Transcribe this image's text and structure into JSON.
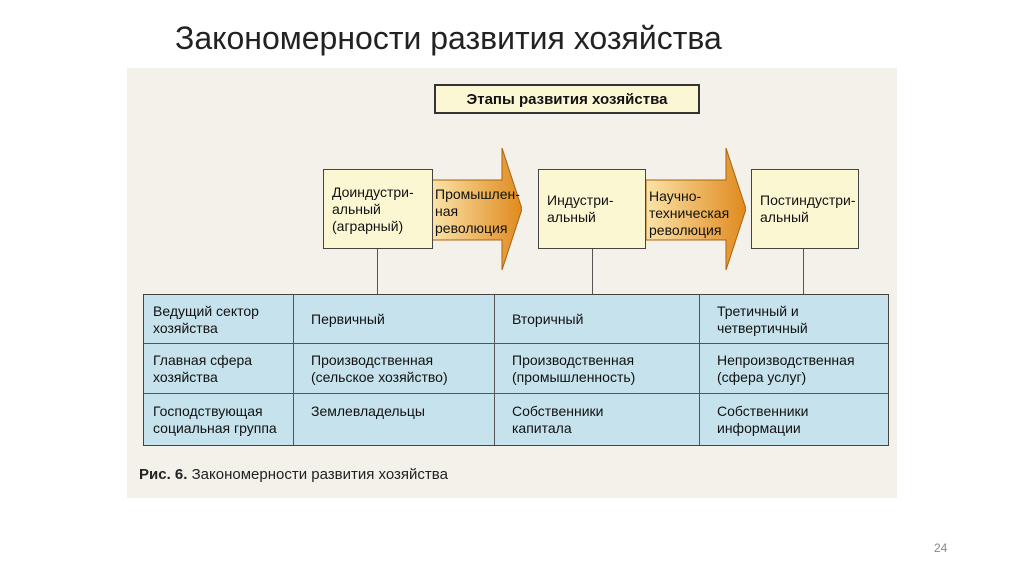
{
  "slide": {
    "title": "Закономерности развития хозяйства",
    "page_number": "24"
  },
  "diagram": {
    "header": "Этапы развития хозяйства",
    "stages": [
      {
        "lines": [
          "Доиндустри-",
          "альный",
          "(аграрный)"
        ]
      },
      {
        "lines": [
          "Индустри-",
          "альный"
        ]
      },
      {
        "lines": [
          "Постиндустри-",
          "альный"
        ]
      }
    ],
    "revolutions": [
      {
        "lines": [
          "Промышлен-",
          "ная",
          "революция"
        ]
      },
      {
        "lines": [
          "Научно-",
          "техническая",
          "революция"
        ]
      }
    ],
    "table": {
      "rows": [
        {
          "label": [
            "Ведущий сектор",
            "хозяйства"
          ],
          "cells": [
            [
              "Первичный"
            ],
            [
              "Вторичный"
            ],
            [
              "Третичный и",
              "четвертичный"
            ]
          ]
        },
        {
          "label": [
            "Главная сфера",
            "хозяйства"
          ],
          "cells": [
            [
              "Производственная",
              "(сельское хозяйство)"
            ],
            [
              "Производственная",
              "(промышленность)"
            ],
            [
              "Непроизводственная",
              "(сфера услуг)"
            ]
          ]
        },
        {
          "label": [
            "Господствующая",
            "социальная группа"
          ],
          "cells": [
            [
              "Землевладельцы"
            ],
            [
              "Собственники",
              "капитала"
            ],
            [
              "Собственники",
              "информации"
            ]
          ]
        }
      ]
    },
    "caption_prefix": "Рис. 6.",
    "caption_text": "Закономерности развития хозяйства"
  },
  "colors": {
    "stage_fill": "#fbf7d2",
    "arrow_light": "#f6c36a",
    "arrow_dark": "#e08a1e",
    "table_fill": "#c6e2ec"
  }
}
